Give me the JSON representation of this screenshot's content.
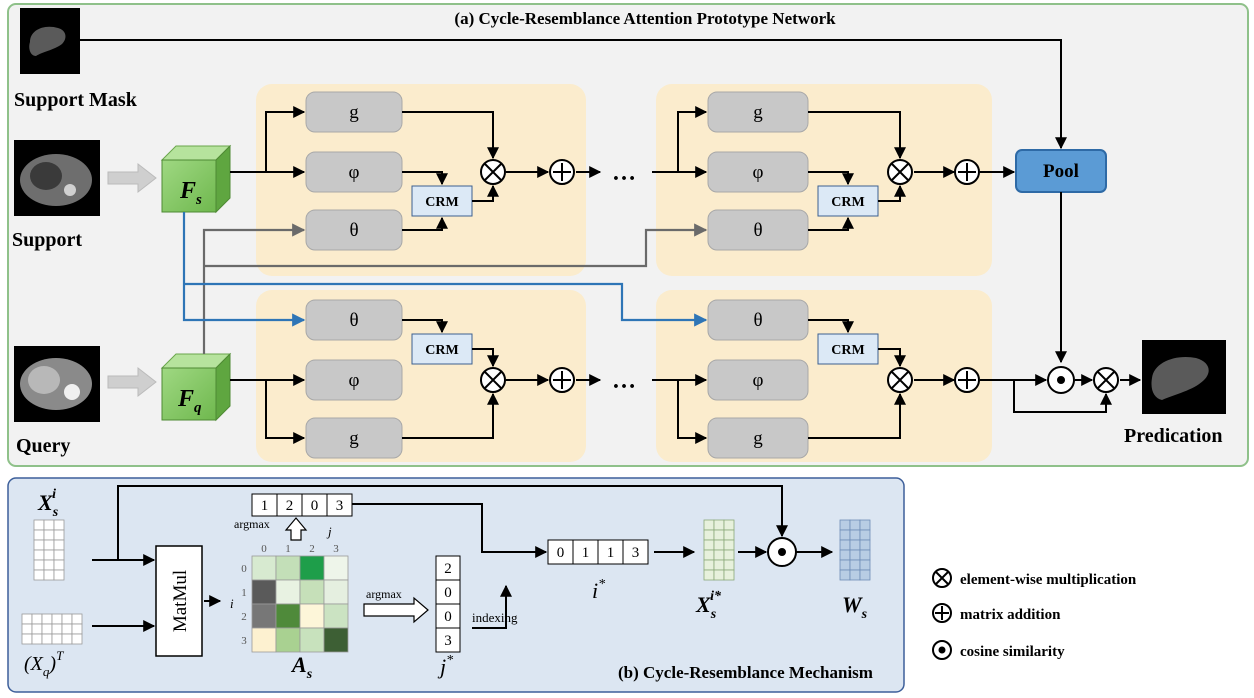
{
  "panel_a": {
    "title": "(a) Cycle-Resemblance Attention Prototype Network",
    "labels": {
      "support_mask": "Support Mask",
      "support": "Support",
      "query": "Query",
      "prediction": "Predication",
      "pool": "Pool",
      "crm": "CRM",
      "ellipsis": "…",
      "fs_main": "F",
      "fs_sub": "s",
      "fq_main": "F",
      "fq_sub": "q"
    },
    "modules": {
      "g": "g",
      "phi": "φ",
      "theta": "θ"
    }
  },
  "panel_b": {
    "title": "(b) Cycle-Resemblance Mechanism",
    "labels": {
      "xs_main": "X",
      "xs_sub": "s",
      "xs_sup": "i",
      "xqt": "(X",
      "xqt_sub": "q",
      "xqt_close": ")",
      "xqt_sup": "T",
      "matmul": "MatMul",
      "as_main": "A",
      "as_sub": "s",
      "argmax_top": "argmax",
      "argmax_right": "argmax",
      "indexing": "indexing",
      "j_axis": "j",
      "i_axis": "i",
      "jstar": "j",
      "jstar_sup": "*",
      "istar": "i",
      "istar_sup": "*",
      "xsistar_main": "X",
      "xsistar_sub": "s",
      "xsistar_sup": "i*",
      "ws_main": "W",
      "ws_sub": "s"
    },
    "argmax_row": [
      "1",
      "2",
      "0",
      "3"
    ],
    "jstar_col": [
      "2",
      "0",
      "0",
      "3"
    ],
    "istar_row": [
      "0",
      "1",
      "1",
      "3"
    ],
    "col_ticks": [
      "0",
      "1",
      "2",
      "3"
    ],
    "row_ticks": [
      "0",
      "1",
      "2",
      "3"
    ]
  },
  "legend": {
    "mult": "element-wise multiplication",
    "add": "matrix addition",
    "cos": "cosine similarity"
  },
  "colors": {
    "panel_a_border": "#8fc18a",
    "panel_a_bg": "#f2f2f2",
    "panel_b_border": "#3d5f9a",
    "panel_b_bg": "#dce6f2",
    "block_bg": "#fbeccd",
    "module": "#c8c8c8",
    "crm": "#dce9f6",
    "pool": "#5b9bd5",
    "cube": "#8ccf6a",
    "blue_arrow": "#2e75b6",
    "gray_arrow": "#6a6a6a"
  },
  "heatmap": [
    [
      "#d7ead0",
      "#c3dfb8",
      "#1e9e4a",
      "#eef5ea"
    ],
    [
      "#5a5a5a",
      "#e8f2e2",
      "#c6e0b9",
      "#e5efe0"
    ],
    [
      "#777777",
      "#4f8a3a",
      "#fdf6d9",
      "#cbe3c2"
    ],
    [
      "#fdf1d0",
      "#a9d191",
      "#c8e2bd",
      "#3d5f34"
    ]
  ]
}
